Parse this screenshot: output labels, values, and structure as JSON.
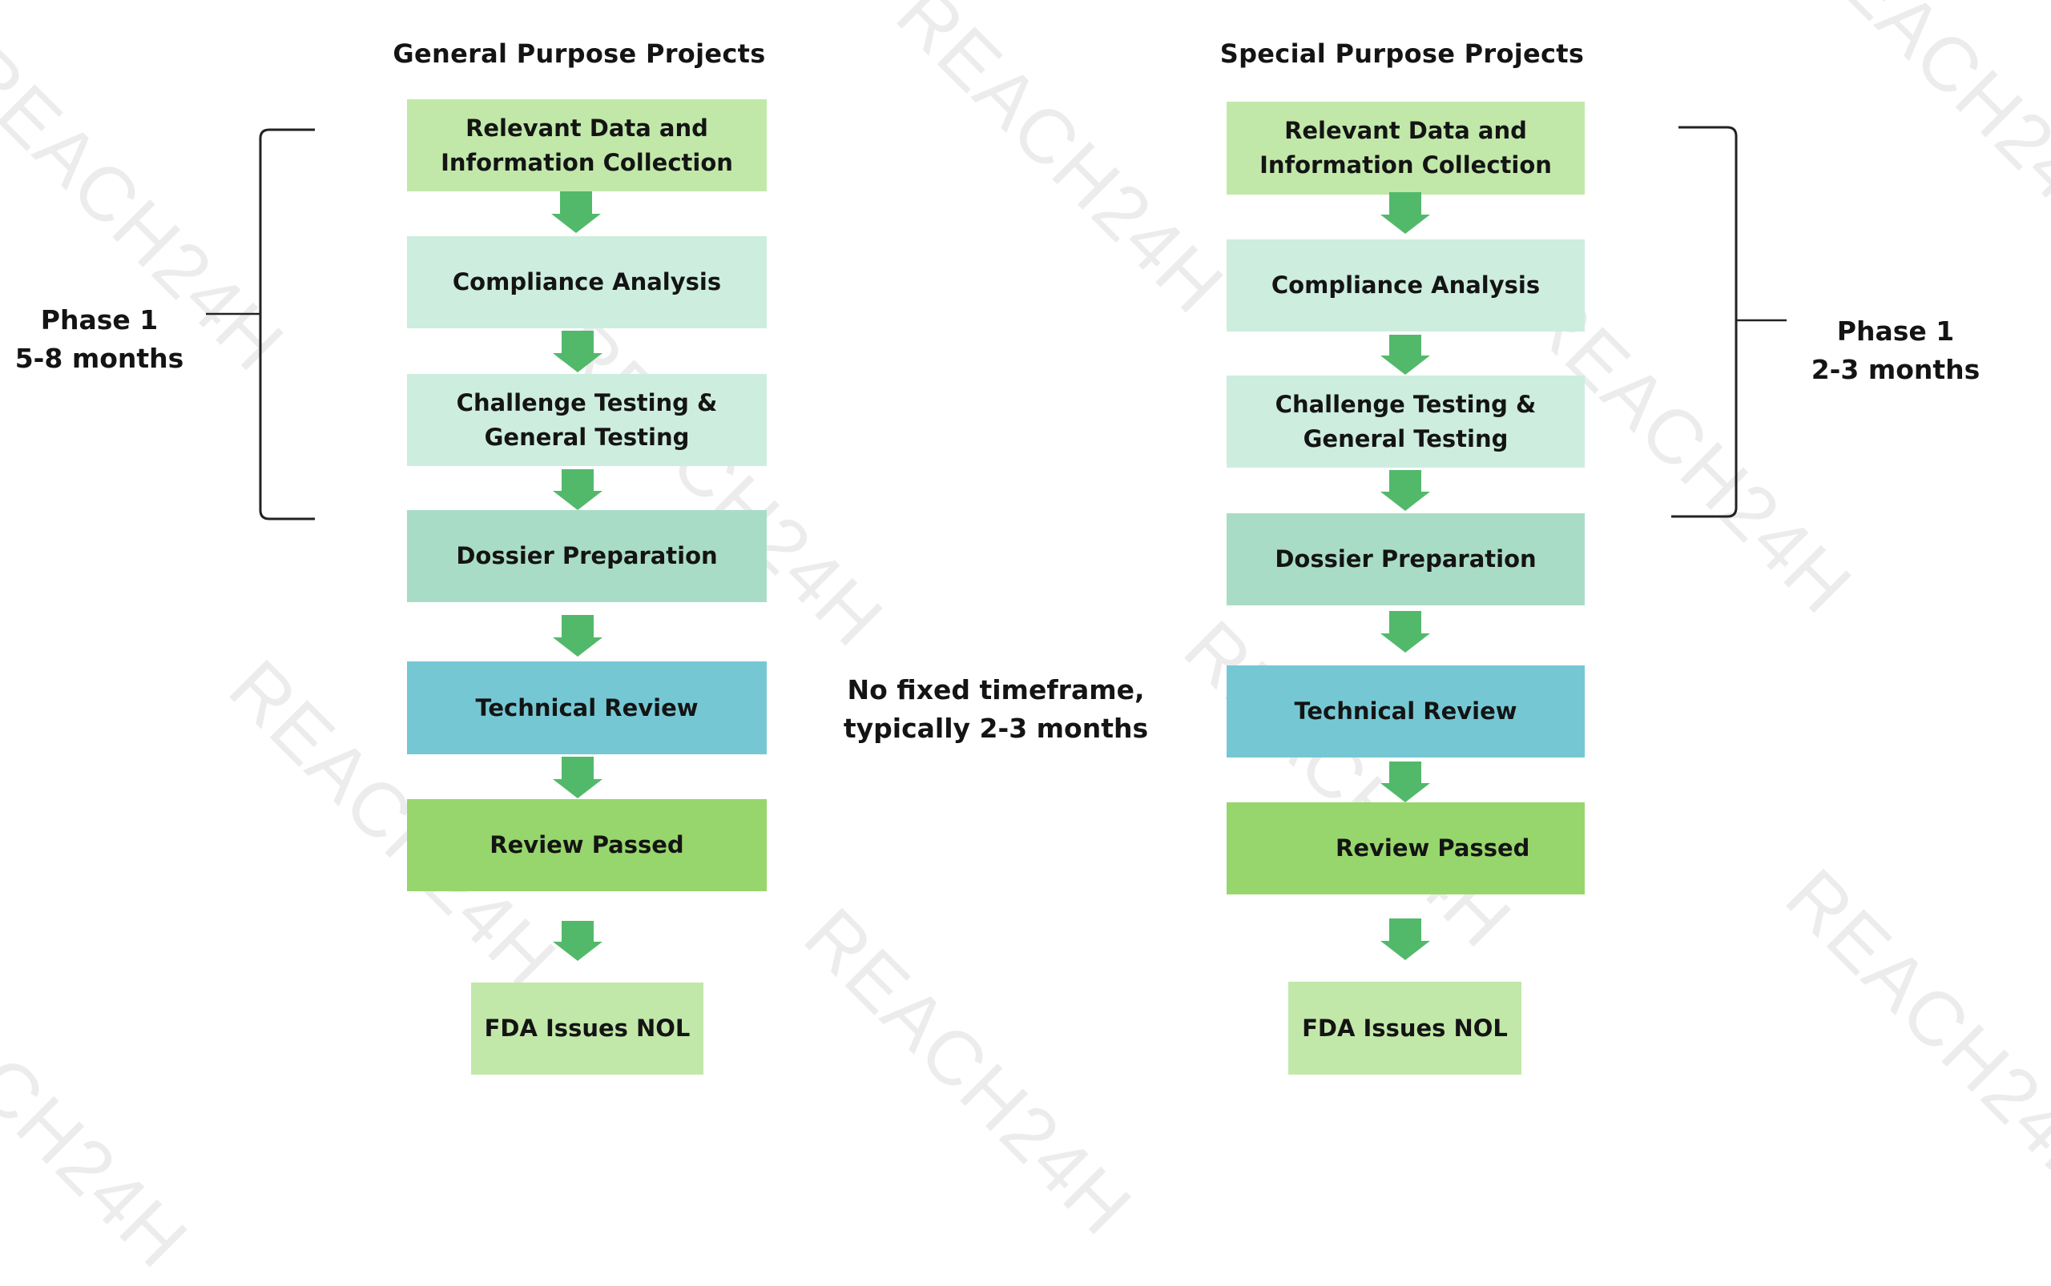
{
  "watermark": "REACH24H",
  "colors": {
    "light_green": "#c1e8a9",
    "pale_mint": "#cdeddf",
    "mint": "#a9dcc7",
    "teal": "#75c8d3",
    "green": "#97d66c",
    "arrow": "#52b96b",
    "bracket": "#222222"
  },
  "general": {
    "title": "General Purpose Projects",
    "steps": [
      {
        "label": "Relevant Data and\nInformation Collection",
        "color_key": "light_green"
      },
      {
        "label": "Compliance Analysis",
        "color_key": "pale_mint"
      },
      {
        "label": "Challenge Testing &\nGeneral Testing",
        "color_key": "pale_mint"
      },
      {
        "label": "Dossier Preparation",
        "color_key": "mint"
      },
      {
        "label": "Technical Review",
        "color_key": "teal"
      },
      {
        "label": "Review Passed",
        "color_key": "green"
      },
      {
        "label": "FDA Issues NOL",
        "color_key": "light_green"
      }
    ],
    "phase": {
      "line1": "Phase 1",
      "line2": "5-8 months"
    }
  },
  "special": {
    "title": "Special Purpose Projects",
    "steps": [
      {
        "label": "Relevant Data and\nInformation Collection",
        "color_key": "light_green"
      },
      {
        "label": "Compliance Analysis",
        "color_key": "pale_mint"
      },
      {
        "label": "Challenge Testing &\nGeneral Testing",
        "color_key": "pale_mint"
      },
      {
        "label": "Dossier Preparation",
        "color_key": "mint"
      },
      {
        "label": "Technical Review",
        "color_key": "teal"
      },
      {
        "label": "Review Passed",
        "color_key": "green"
      },
      {
        "label": "FDA Issues NOL",
        "color_key": "light_green"
      }
    ],
    "phase": {
      "line1": "Phase 1",
      "line2": "2-3 months"
    }
  },
  "review_note": {
    "line1": "No fixed timeframe,",
    "line2": "typically 2-3 months"
  }
}
